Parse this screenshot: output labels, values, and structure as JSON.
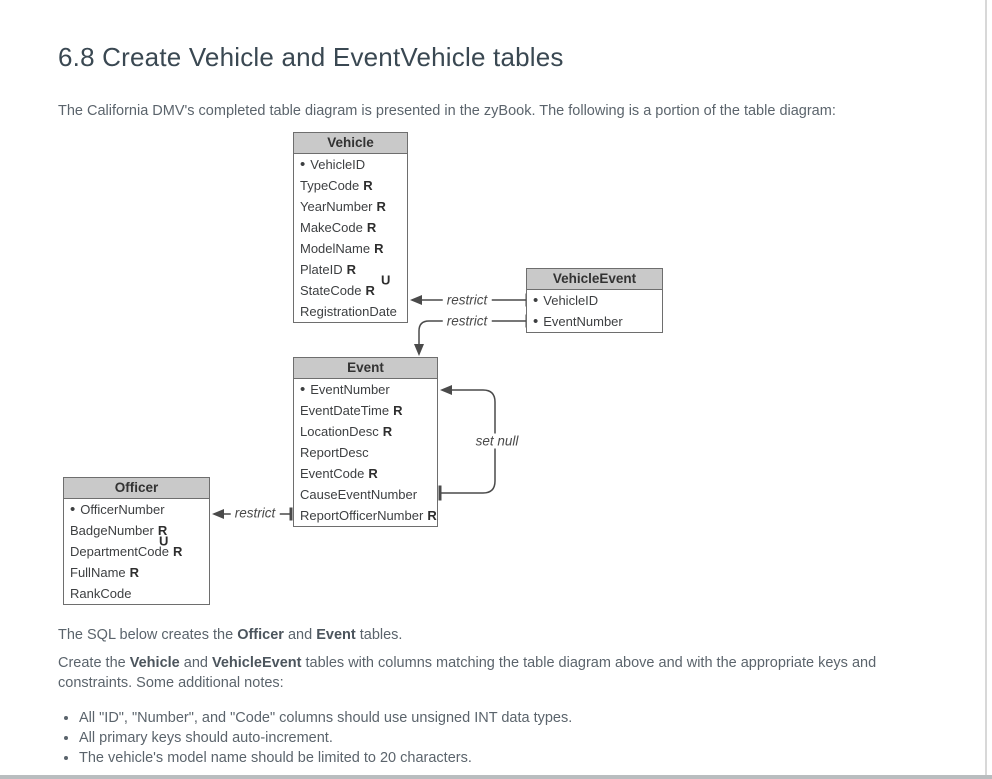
{
  "page": {
    "title": "6.8 Create Vehicle and EventVehicle tables",
    "intro": "The California DMV's completed table diagram is presented in the zyBook. The following is a portion of the table diagram:",
    "sql_paragraph": [
      {
        "t": "The SQL below creates the "
      },
      {
        "t": "Officer",
        "b": true
      },
      {
        "t": " and "
      },
      {
        "t": "Event",
        "b": true
      },
      {
        "t": " tables."
      }
    ],
    "create_paragraph": [
      {
        "t": "Create the "
      },
      {
        "t": "Vehicle",
        "b": true
      },
      {
        "t": " and "
      },
      {
        "t": "VehicleEvent",
        "b": true
      },
      {
        "t": " tables with columns matching the table diagram above and with the appropriate keys and constraints. Some additional notes:"
      }
    ],
    "notes": [
      "All \"ID\", \"Number\", and \"Code\" columns should use unsigned INT data types.",
      "All primary keys should auto-increment.",
      "The vehicle's model name should be limited to 20 characters."
    ]
  },
  "diagram": {
    "required_marker": "R",
    "pk_bullet": "•",
    "tables": [
      {
        "name": "Vehicle",
        "columns": [
          {
            "label": "VehicleID",
            "pk": true
          },
          {
            "label": "TypeCode",
            "req": true
          },
          {
            "label": "YearNumber",
            "req": true
          },
          {
            "label": "MakeCode",
            "req": true
          },
          {
            "label": "ModelName",
            "req": true
          },
          {
            "label": "PlateID",
            "req": true
          },
          {
            "label": "StateCode",
            "req": true
          },
          {
            "label": "RegistrationDate"
          }
        ],
        "unique_group": {
          "columns": [
            "PlateID",
            "StateCode"
          ],
          "label": "U"
        }
      },
      {
        "name": "VehicleEvent",
        "columns": [
          {
            "label": "VehicleID",
            "pk": true
          },
          {
            "label": "EventNumber",
            "pk": true
          }
        ]
      },
      {
        "name": "Event",
        "columns": [
          {
            "label": "EventNumber",
            "pk": true
          },
          {
            "label": "EventDateTime",
            "req": true
          },
          {
            "label": "LocationDesc",
            "req": true
          },
          {
            "label": "ReportDesc"
          },
          {
            "label": "EventCode",
            "req": true
          },
          {
            "label": "CauseEventNumber"
          },
          {
            "label": "ReportOfficerNumber",
            "req": true
          }
        ]
      },
      {
        "name": "Officer",
        "columns": [
          {
            "label": "OfficerNumber",
            "pk": true
          },
          {
            "label": "BadgeNumber",
            "req": true
          },
          {
            "label": "DepartmentCode",
            "req": true
          },
          {
            "label": "FullName",
            "req": true
          },
          {
            "label": "RankCode"
          }
        ],
        "unique_group": {
          "columns": [
            "BadgeNumber",
            "DepartmentCode"
          ],
          "label": "U"
        }
      }
    ],
    "relationships": [
      {
        "from": "VehicleEvent.VehicleID",
        "to": "Vehicle",
        "label": "restrict"
      },
      {
        "from": "VehicleEvent.EventNumber",
        "to": "Event",
        "label": "restrict"
      },
      {
        "from": "Event.CauseEventNumber",
        "to": "Event.EventNumber",
        "label": "set null"
      },
      {
        "from": "Event.ReportOfficerNumber",
        "to": "Officer",
        "label": "restrict"
      }
    ],
    "colors": {
      "header_fill": "#c9c9c9",
      "table_border": "#6e6e6e",
      "line": "#4a4a4a"
    }
  }
}
